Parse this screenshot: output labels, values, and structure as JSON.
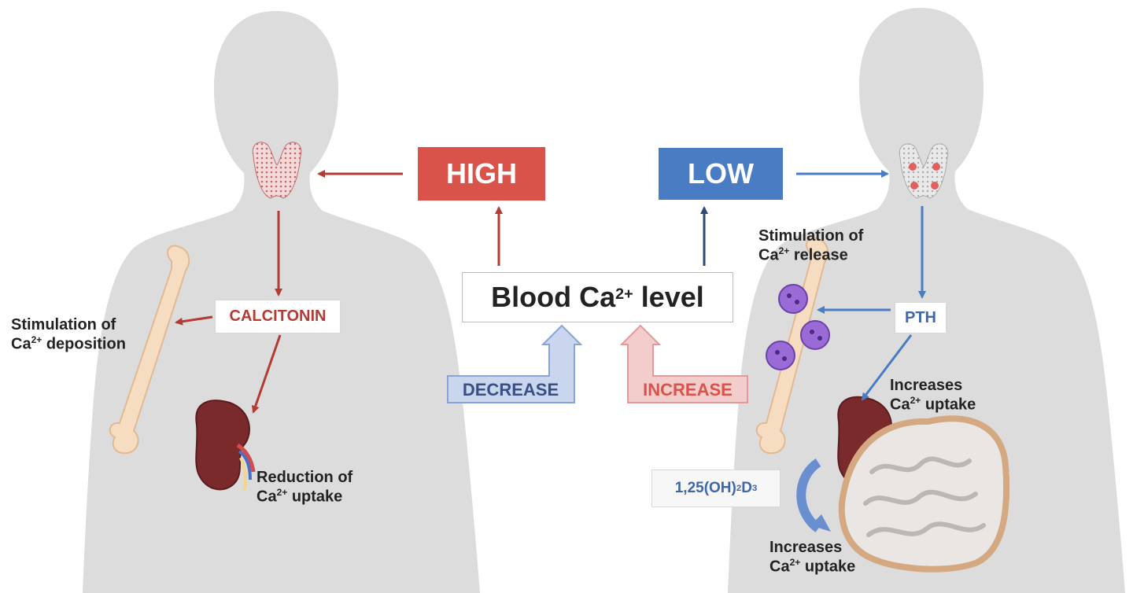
{
  "levels": {
    "high": "HIGH",
    "low": "LOW",
    "blood_prefix": "Blood Ca",
    "blood_sup": "2+",
    "blood_suffix": " level"
  },
  "changes": {
    "decrease": "DECREASE",
    "increase": "INCREASE"
  },
  "hormones": {
    "calcitonin": "CALCITONIN",
    "pth": "PTH",
    "vitd_prefix": "1,25(OH)",
    "vitd_sub1": "2",
    "vitd_mid": "D",
    "vitd_sub2": "3"
  },
  "effects": {
    "deposition_line1": "Stimulation of",
    "deposition_ca": "Ca",
    "deposition_sup": "2+",
    "deposition_line2": " deposition",
    "reduction_line1": "Reduction of",
    "reduction_ca": "Ca",
    "reduction_sup": "2+",
    "reduction_line2": " uptake",
    "release_line1": "Stimulation of",
    "release_ca": "Ca",
    "release_sup": "2+",
    "release_line2": " release",
    "increases_kidney_line1": "Increases",
    "increases_kidney_ca": "Ca",
    "increases_kidney_sup": "2+",
    "increases_kidney_line2": " uptake",
    "increases_gut_line1": "Increases",
    "increases_gut_ca": "Ca",
    "increases_gut_sup": "2+",
    "increases_gut_line2": " uptake"
  },
  "colors": {
    "high": "#d9534a",
    "low": "#4a7cc4",
    "body": "#dcdcdc",
    "calcitonin_arrow": "#b23b33",
    "pth_arrow": "#4a7cc4"
  }
}
